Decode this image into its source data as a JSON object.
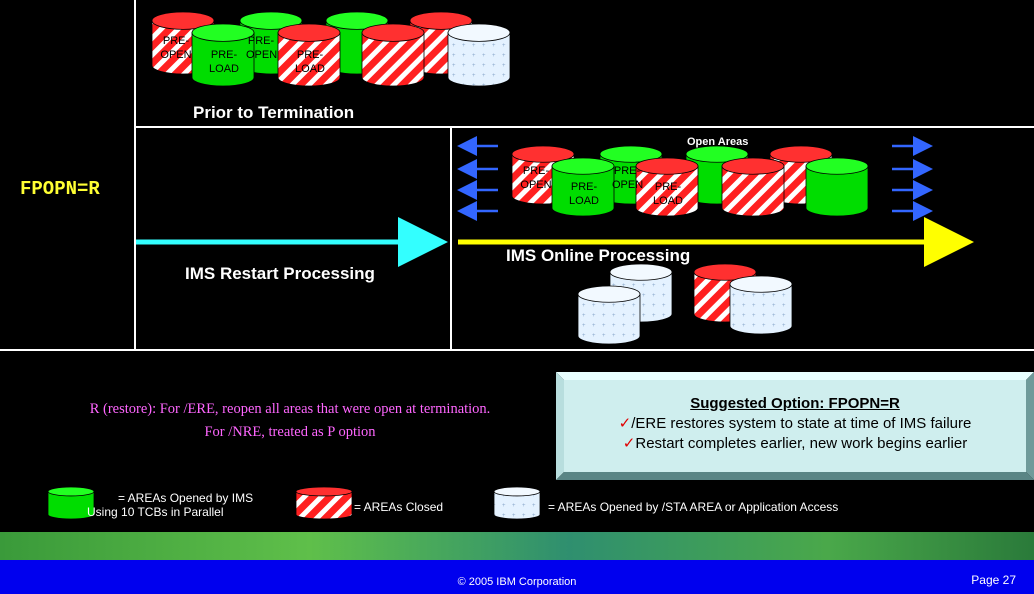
{
  "fpopn_label": "FPOPN=R",
  "prior_label": "Prior to Termination",
  "restart_label": "IMS Restart Processing",
  "online_label": "IMS Online Processing",
  "open_areas_label": "Open Areas",
  "drum_labels": {
    "preopen": "PRE-\nOPEN",
    "preload": "PRE-\nLOAD"
  },
  "restore_desc": {
    "line1": "R (restore): For /ERE, reopen all areas that were open at termination.",
    "line2": "For /NRE, treated as P option"
  },
  "suggested": {
    "title": "Suggested Option: FPOPN=R",
    "bullet1": "/ERE restores system to state at time of IMS failure",
    "bullet2": "Restart completes earlier, new work begins earlier",
    "check_glyph": "✓"
  },
  "legend": {
    "green_label_1": "= AREAs Opened by IMS",
    "green_label_2": "Using 10 TCBs in Parallel",
    "closed_label": "= AREAs Closed",
    "blue_label": "= AREAs Opened by /STA AREA or Application Access"
  },
  "footer": {
    "copyright": "© 2005 IBM Corporation",
    "page": "Page 27"
  },
  "colors": {
    "green": "#00dd00",
    "red_stripe": "#ff2020",
    "light_blue": "#d6ecff",
    "cyan_arrow": "#33ffff",
    "yellow_arrow": "#ffff00",
    "blue_arrow": "#3366ff"
  }
}
